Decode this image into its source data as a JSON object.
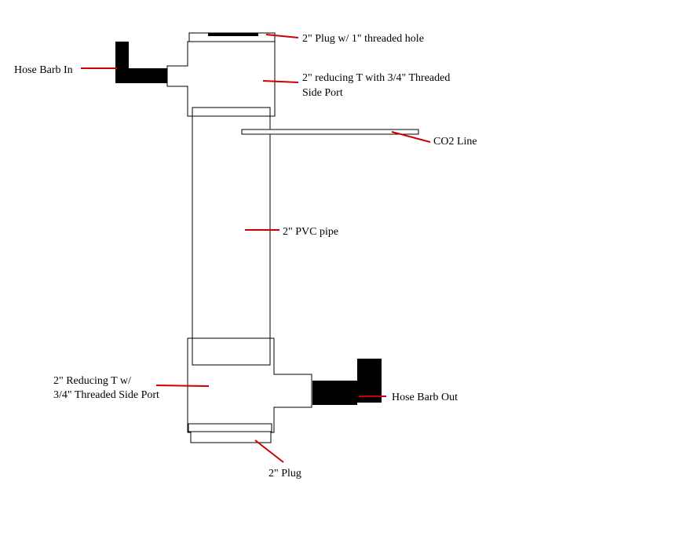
{
  "labels": {
    "plug_top": "2\" Plug w/ 1\" threaded hole",
    "tee_top_line1": "2\" reducing T with 3/4\" Threaded",
    "tee_top_line2": "Side Port",
    "hose_in": "Hose Barb In",
    "co2": "CO2 Line",
    "pipe": "2\" PVC pipe",
    "tee_bottom_line1": "2\" Reducing T w/",
    "tee_bottom_line2": "3/4\" Threaded Side Port",
    "hose_out": "Hose Barb Out",
    "plug_bottom": "2\" Plug"
  },
  "colors": {
    "leader": "#cc0000",
    "outline": "#000000",
    "hose_barb": "#000000",
    "background": "#ffffff"
  }
}
